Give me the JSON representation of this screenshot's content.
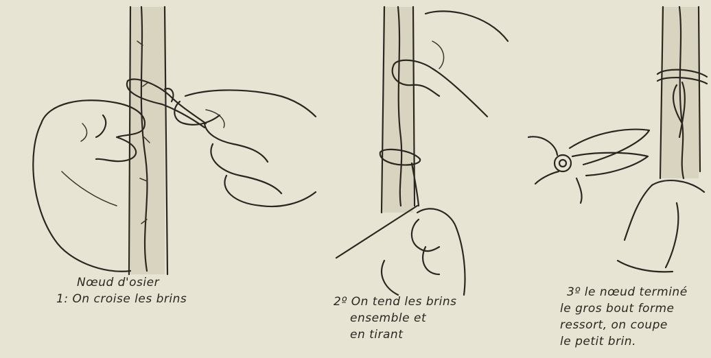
{
  "figure": {
    "background": "#e8e4d4",
    "ink": "#2a2620",
    "panels": [
      {
        "id": "step-1",
        "caption_lines": [
          "Nœud d'osier",
          "1: On croise les brins"
        ]
      },
      {
        "id": "step-2",
        "caption_lines": [
          "2º On tend les brins",
          "ensemble et",
          "en tirant"
        ]
      },
      {
        "id": "step-3",
        "caption_lines": [
          "3º le nœud terminé",
          "le gros bout forme",
          "ressort, on coupe",
          "le petit brin."
        ]
      }
    ]
  }
}
